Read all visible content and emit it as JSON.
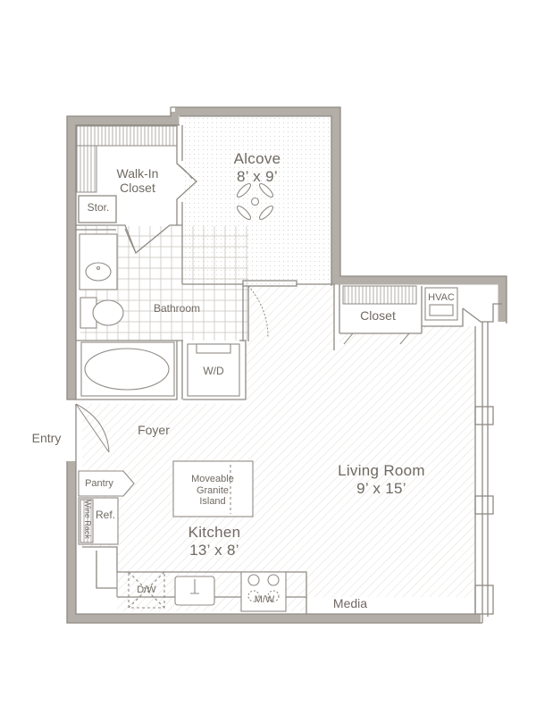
{
  "floorplan": {
    "rooms": {
      "alcove": {
        "name": "Alcove",
        "size": "8’ x 9’"
      },
      "walk_in_closet": {
        "line1": "Walk-In",
        "line2": "Closet"
      },
      "storage": "Stor.",
      "bathroom": "Bathroom",
      "closet": "Closet",
      "hvac": "HVAC",
      "washer_dryer": "W/D",
      "foyer": "Foyer",
      "entry": "Entry",
      "pantry": "Pantry",
      "refrigerator": "Ref.",
      "wine_rack": "Wine Rack",
      "island": {
        "line1": "Moveable",
        "line2": "Granite",
        "line3": "Island"
      },
      "kitchen": {
        "name": "Kitchen",
        "size": "13’ x 8’"
      },
      "living_room": {
        "name": "Living Room",
        "size": "9’ x 15’"
      },
      "dishwasher": "D/W",
      "microwave": "M/W",
      "media": "Media"
    },
    "colors": {
      "wall": "#b3aea7",
      "line": "#8f8a84",
      "text": "#6f6962",
      "hatch": "#e9e6e1"
    }
  }
}
